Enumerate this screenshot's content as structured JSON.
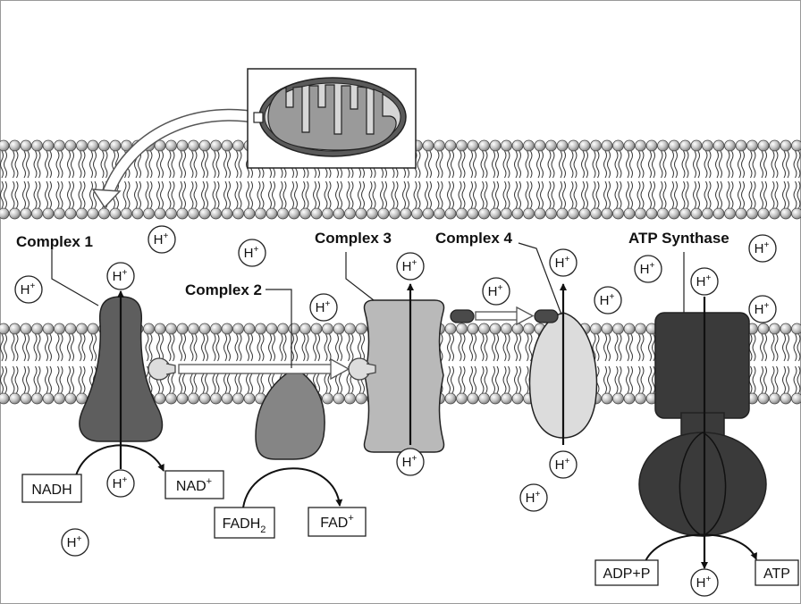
{
  "labels": {
    "complex1": "Complex 1",
    "complex2": "Complex 2",
    "complex3": "Complex 3",
    "complex4": "Complex 4",
    "atp_synthase": "ATP Synthase"
  },
  "boxes": {
    "nadh": "NADH",
    "nad_plus_base": "NAD",
    "fadh2_base": "FADH",
    "fadh2_sub": "2",
    "fad_plus_base": "FAD",
    "adp_p": "ADP+P",
    "atp": "ATP"
  },
  "proton": {
    "base": "H",
    "sup": "+"
  },
  "colors": {
    "complex1": "#5e5e5e",
    "complex2": "#858585",
    "complex3": "#b9b9b9",
    "complex4": "#dcdcdc",
    "atp_synthase": "#3a3a3a",
    "phospholipid_head": "#a8a8a8",
    "mitochondrion_matrix": "#9a9a9a"
  },
  "icons": {
    "mitochondrion": "mitochondrion-inset-icon",
    "transfer": "electron-transfer-arrow-icon"
  }
}
